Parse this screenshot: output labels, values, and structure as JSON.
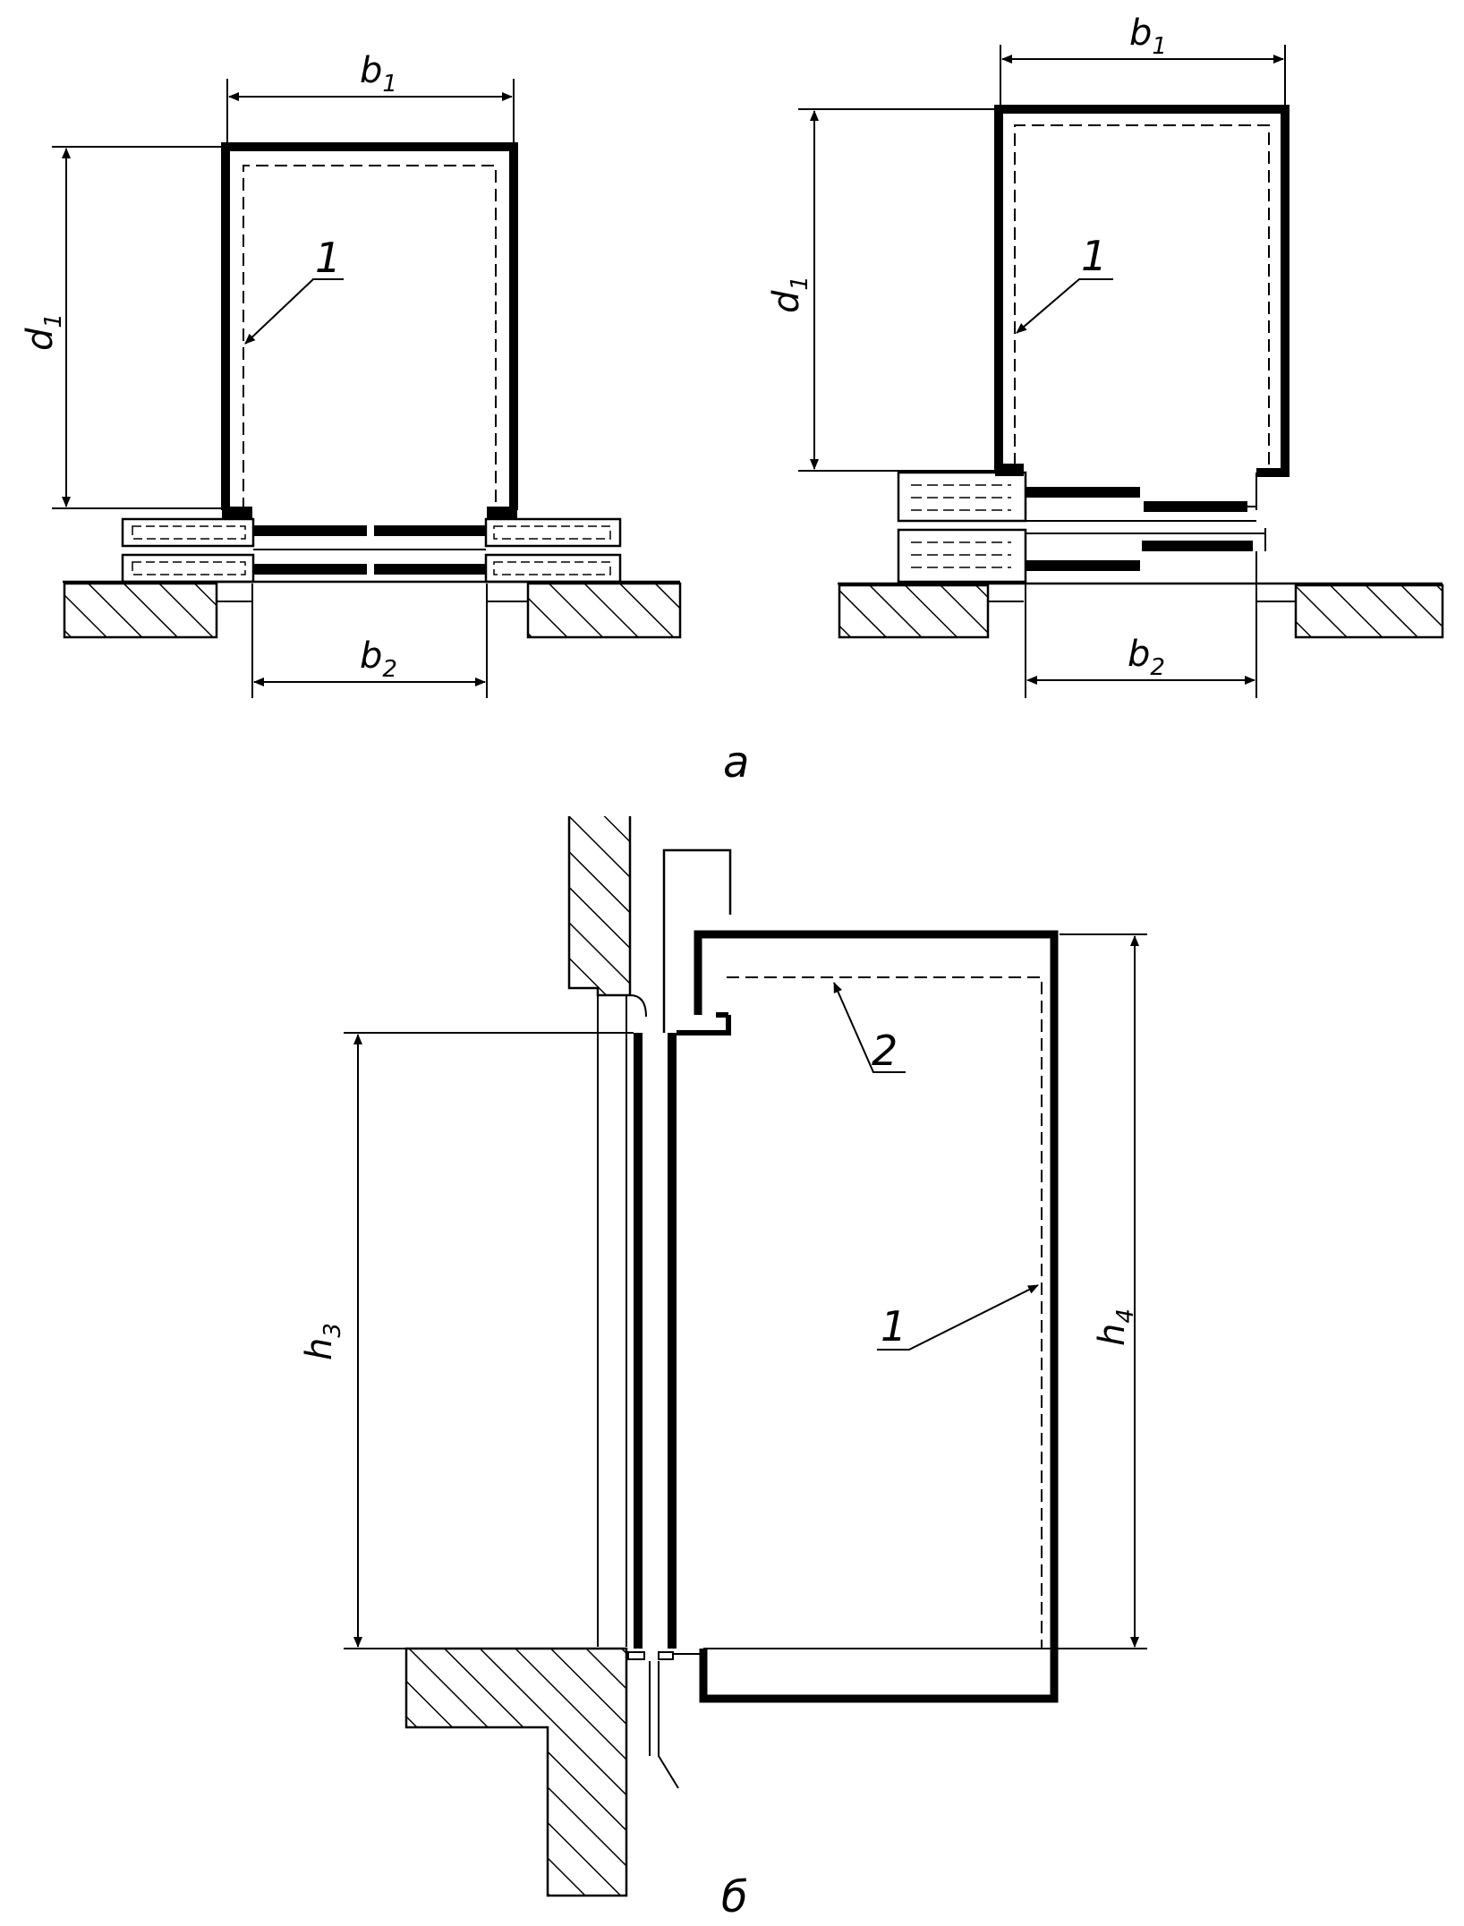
{
  "fig_a": {
    "caption": "а",
    "left": {
      "b1": "b",
      "b1_sub": "1",
      "b2": "b",
      "b2_sub": "2",
      "d1": "d",
      "d1_sub": "1",
      "leader": "1"
    },
    "right": {
      "b1": "b",
      "b1_sub": "1",
      "b2": "b",
      "b2_sub": "2",
      "d1": "d",
      "d1_sub": "1",
      "leader": "1"
    }
  },
  "fig_b": {
    "caption": "б",
    "h3": "h",
    "h3_sub": "3",
    "h4": "h",
    "h4_sub": "4",
    "leader_1": "1",
    "leader_2": "2"
  }
}
